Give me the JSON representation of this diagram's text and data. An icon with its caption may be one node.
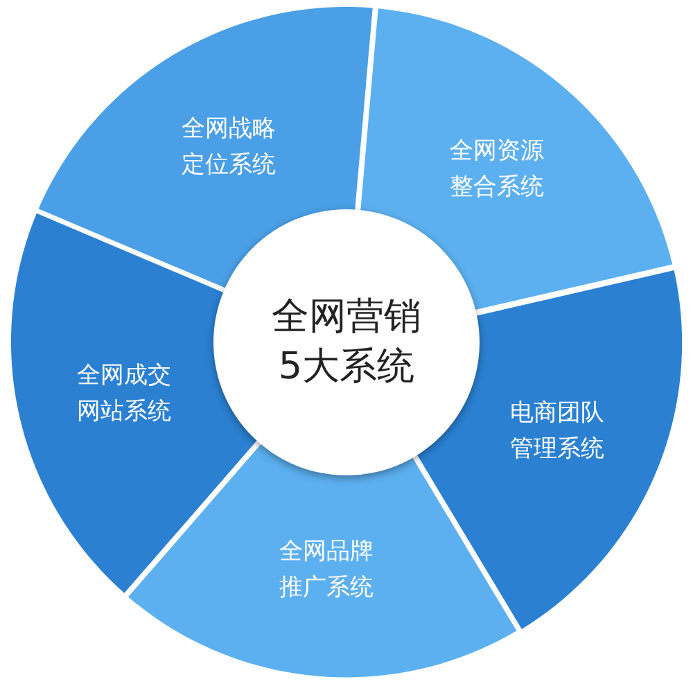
{
  "diagram": {
    "nodes": [
      {
        "text": [
          "全网营销5大系统"
        ]
      },
      {
        "text": [
          "全网战略定位系统"
        ]
      },
      {
        "text": [
          "全网资源整合系统"
        ]
      },
      {
        "text": [
          "电商团队管理系统"
        ]
      },
      {
        "text": [
          "全网品牌推广系统"
        ]
      },
      {
        "text": [
          "全网成交网站系统"
        ]
      }
    ]
  }
}
